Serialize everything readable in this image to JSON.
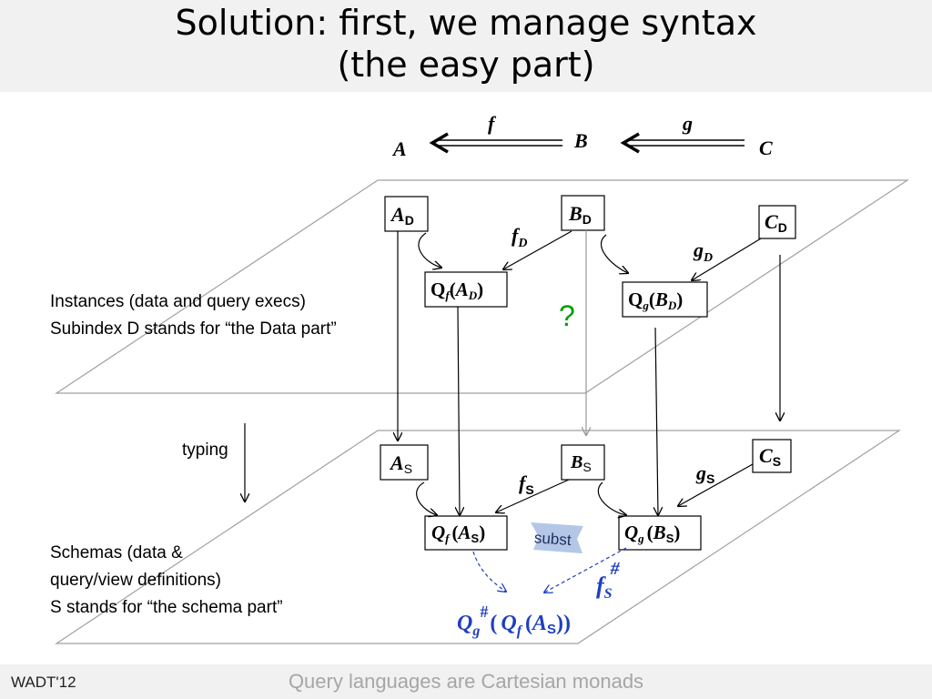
{
  "title": {
    "line1": "Solution: first, we manage syntax",
    "line2": "(the easy part)"
  },
  "footer": {
    "left": "WADT'12",
    "center": "Query languages are Cartesian monads"
  },
  "top_row": {
    "A": "A",
    "B": "B",
    "C": "C",
    "f": "f",
    "g": "g"
  },
  "instances": {
    "description": "Instances (data and query execs) Subindex D stands for “the Data part”",
    "AD": {
      "base": "A",
      "sub": "D"
    },
    "BD": {
      "base": "B",
      "sub": "D"
    },
    "CD": {
      "base": "C",
      "sub": "D"
    },
    "fD": {
      "base": "f",
      "sub": "D"
    },
    "gD": {
      "base": "g",
      "sub": "D"
    },
    "QfAD": {
      "q": "Q",
      "qsub": "f",
      "open": "(",
      "arg": "A",
      "argsub": "D",
      "close": ")"
    },
    "QgBD": {
      "q": "Q",
      "qsub": "g",
      "open": "(",
      "arg": "B",
      "argsub": "D",
      "close": ")"
    },
    "question": "?"
  },
  "typing_label": "typing",
  "schemas": {
    "description_lines": [
      "Schemas (data &",
      "query/view  definitions)",
      "S stands for “the schema part”"
    ],
    "AS": {
      "base": "A",
      "sub": "S"
    },
    "BS": {
      "base": "B",
      "sub": "S"
    },
    "CS": {
      "base": "C",
      "sub": "S"
    },
    "fS": {
      "base": "f",
      "sub": "S"
    },
    "gS": {
      "base": "g",
      "sub": "S"
    },
    "QfAS": {
      "q": "Q",
      "qsub": "f",
      "open": "(",
      "arg": "A",
      "argsub": "S",
      "close": ")"
    },
    "QgBS": {
      "q": "Q",
      "qsub": "g",
      "open": "(",
      "arg": "B",
      "argsub": "S",
      "close": ")"
    },
    "subst": "subst",
    "fS_sharp": {
      "base": "f",
      "sub": "S",
      "sup": "#"
    },
    "composite": {
      "q1": "Q",
      "q1sub": "g",
      "q1sup": "#",
      "open": "(",
      "q2": "Q",
      "q2sub": "f",
      "inner_open": "(",
      "arg": "A",
      "argsub": "S",
      "close": "))"
    }
  },
  "colors": {
    "blue": "#1f3fbf",
    "green": "#00a000",
    "plane_line": "#a0a0a0",
    "subst_fill": "#b4c7e7",
    "footer_gray": "#a6a6a6"
  }
}
